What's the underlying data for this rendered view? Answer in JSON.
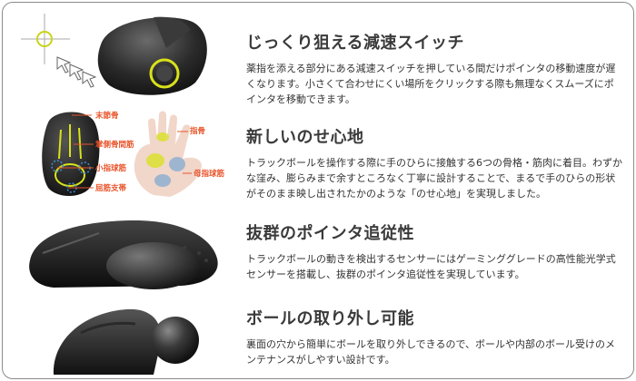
{
  "features": [
    {
      "title": "じっくり狙える減速スイッチ",
      "body": "薬指を添える部分にある減速スイッチを押している間だけポインタの移動速度が遅くなります。小さくて合わせにくい場所をクリックする際も無理なくスムーズにポインタを移動できます。"
    },
    {
      "title": "新しいのせ心地",
      "body": "トラックボールを操作する際に手のひらに接触する6つの骨格・筋肉に着目。わずかな窪み、膨らみまで余すところなく丁寧に設計することで、まるで手のひらの形状がそのまま映し出されたかのような「のせ心地」を実現しました。",
      "labels": [
        "末節骨",
        "掌側骨間筋",
        "小指球筋",
        "屈筋支帯",
        "指骨",
        "母指球筋"
      ]
    },
    {
      "title": "抜群のポインタ追従性",
      "body": "トラックボールの動きを検出するセンサーにはゲーミンググレードの高性能光学式センサーを搭載し、抜群のポインタ追従性を実現しています。"
    },
    {
      "title": "ボールの取り外し可能",
      "body": "裏面の穴から簡単にボールを取り外しできるので、ボールや内部のボール受けのメンテナンスがしやすい設計です。"
    }
  ],
  "colors": {
    "accent_red": "#e8542a",
    "highlight_yellow": "#d8e21a",
    "title": "#3a3a3a"
  }
}
